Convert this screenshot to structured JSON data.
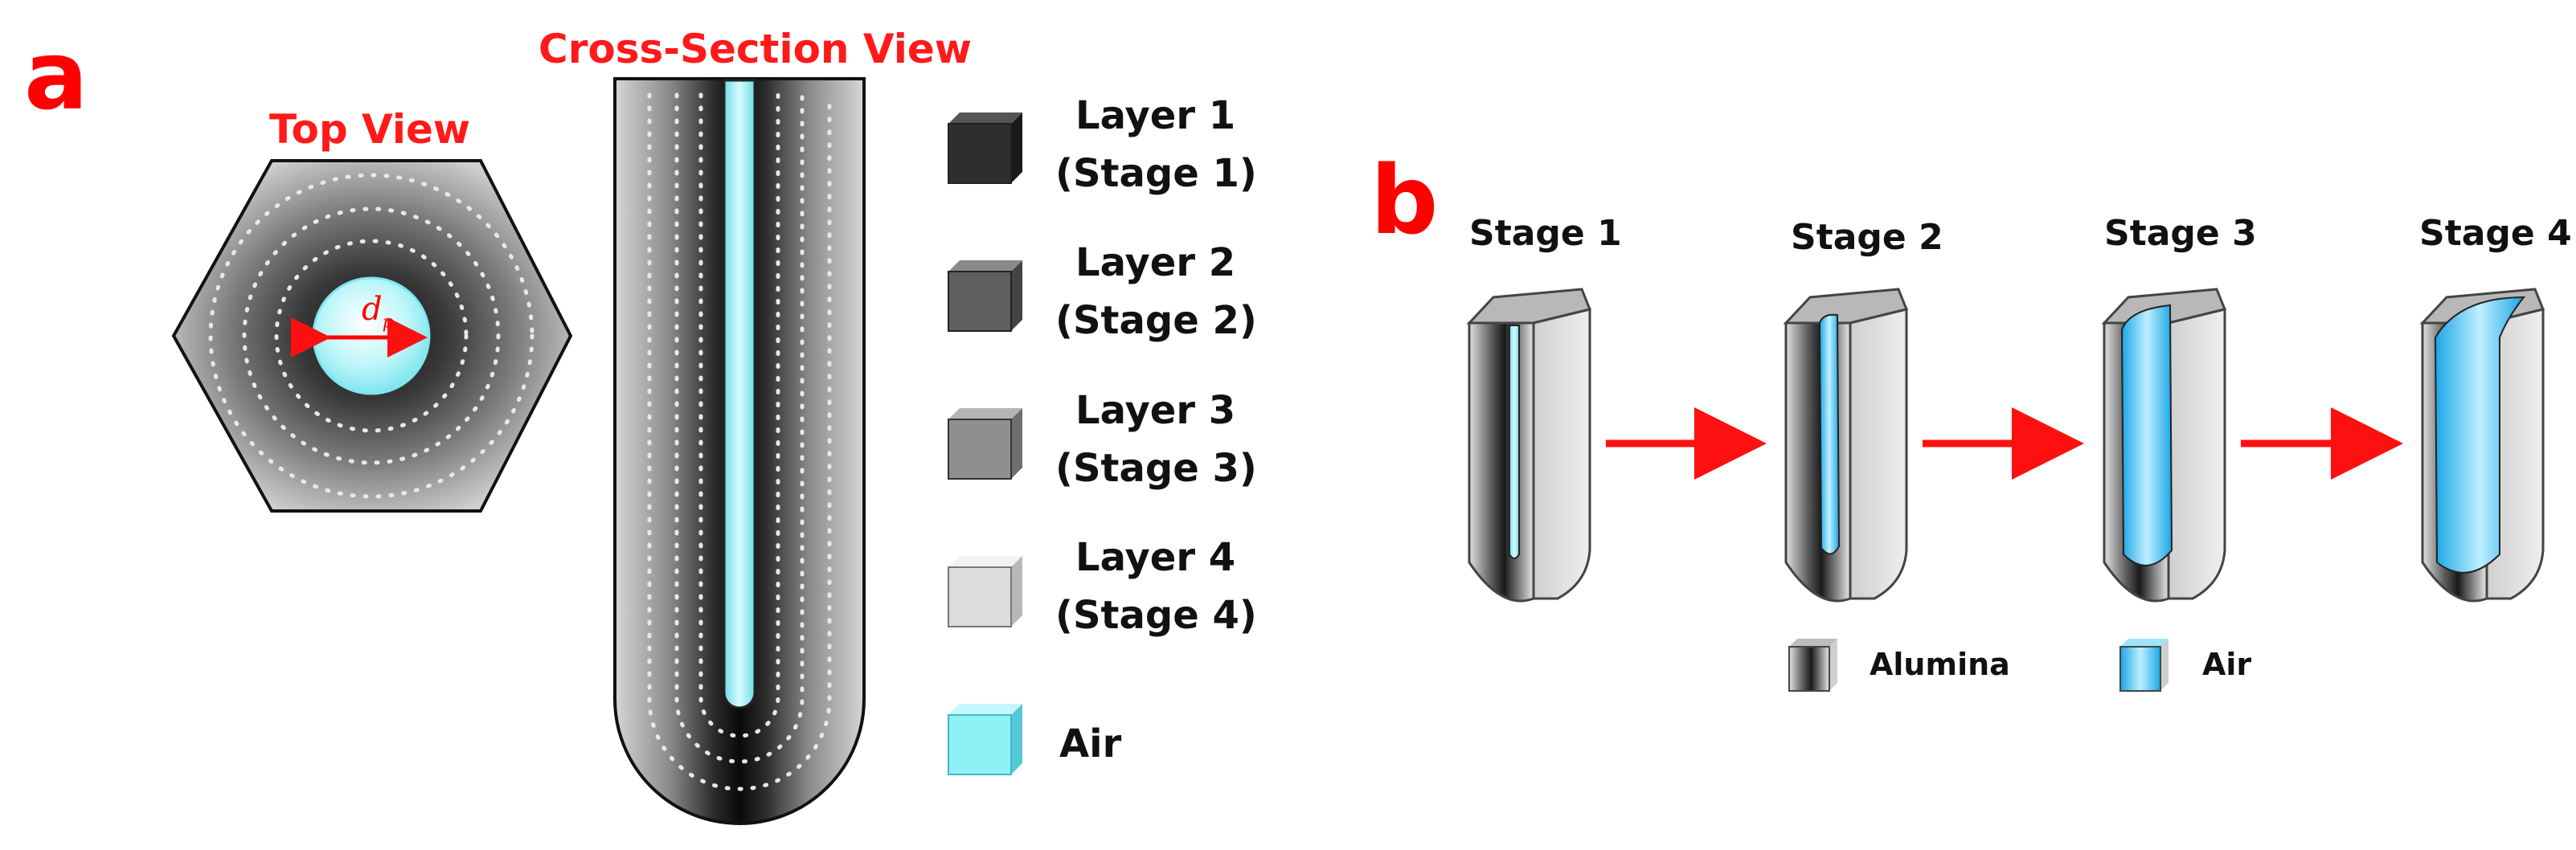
{
  "panel_a": {
    "letter": "a",
    "cross_section_title": "Cross-Section View",
    "top_view_title": "Top View",
    "pore_diameter_label": "d",
    "pore_diameter_subscript": "p",
    "legend": [
      {
        "line1": "Layer 1",
        "line2": "(Stage 1)",
        "color": "#2e2e2e"
      },
      {
        "line1": "Layer 2",
        "line2": "(Stage 2)",
        "color": "#5f5f5f"
      },
      {
        "line1": "Layer 3",
        "line2": "(Stage 3)",
        "color": "#8f8f8f"
      },
      {
        "line1": "Layer 4",
        "line2": "(Stage 4)",
        "color": "#dcdcdc"
      },
      {
        "line1": "Air",
        "line2": "",
        "color": "#8ff0f5"
      }
    ]
  },
  "panel_b": {
    "letter": "b",
    "stages": [
      "Stage 1",
      "Stage 2",
      "Stage 3",
      "Stage 4"
    ],
    "legend": [
      {
        "label": "Alumina",
        "color": "#555555"
      },
      {
        "label": "Air",
        "color": "#22b8f0"
      }
    ]
  },
  "colors": {
    "accent_red": "#ff0000",
    "air_cyan": "#8ff0f5",
    "air_blue": "#1fb4ee",
    "outline": "#222222"
  }
}
